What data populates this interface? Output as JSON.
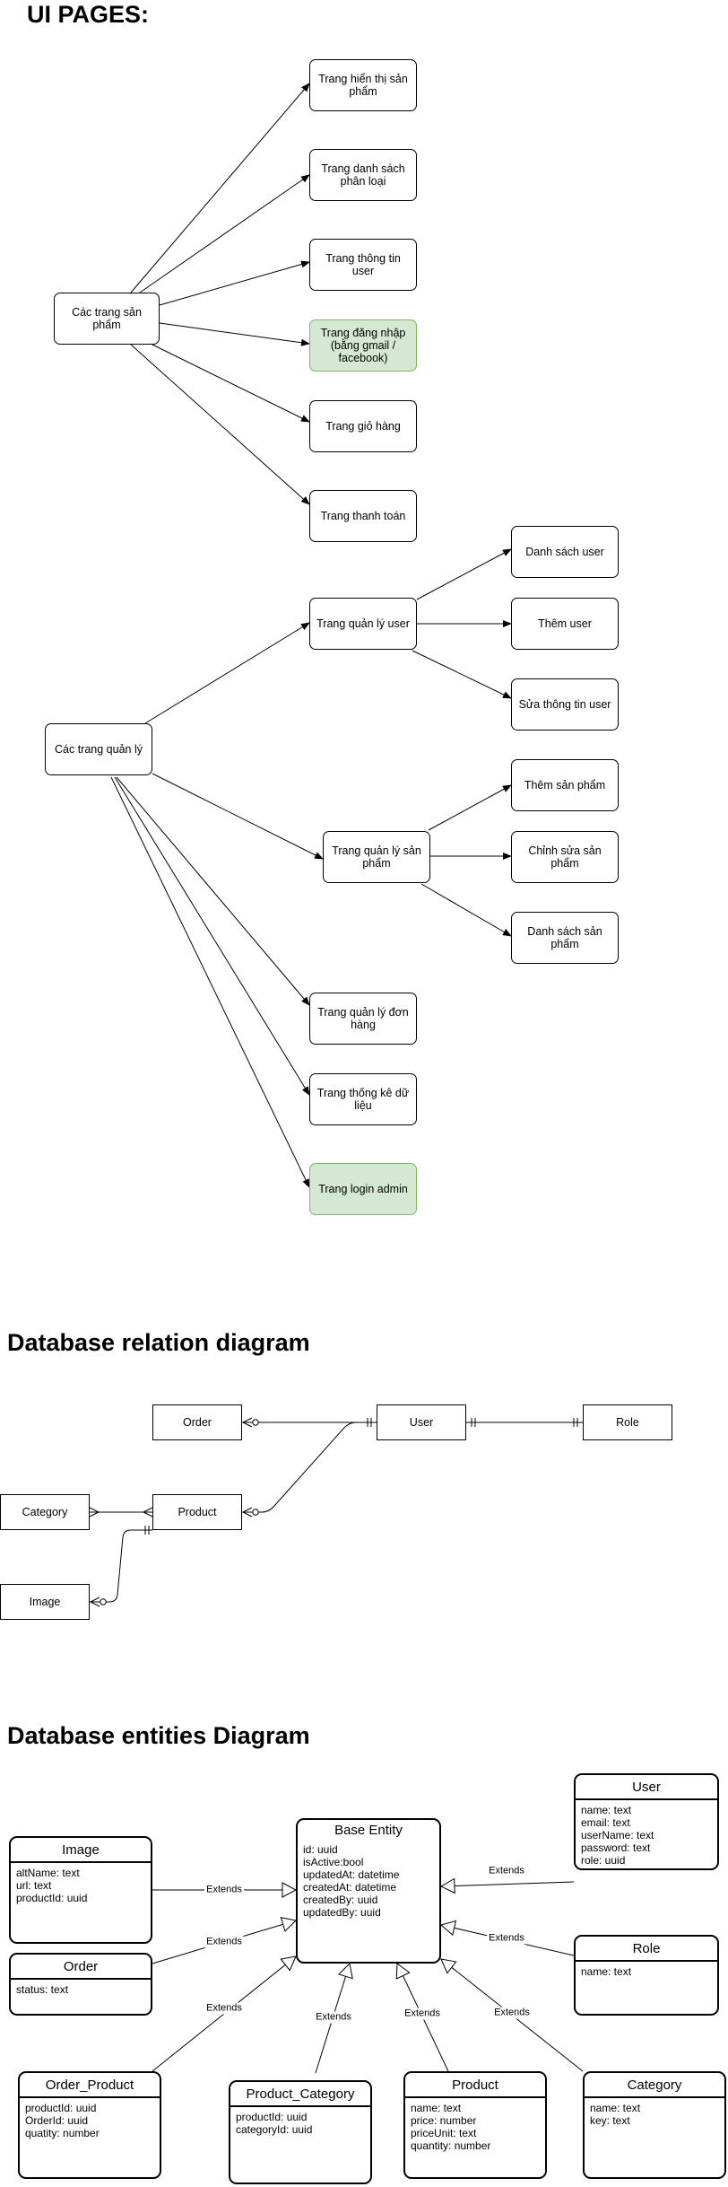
{
  "ui_pages": {
    "title": "UI PAGES:",
    "user_group": "Các trang sản phẩm",
    "user_pages": [
      "Trang hiển thị sản phẩm",
      "Trang danh sách phân loại",
      "Trang thông tin user",
      "Trang đăng nhập (bằng gmail / facebook)",
      "Trang giỏ hàng",
      "Trang thanh toán"
    ],
    "admin_group": "Các trang quản lý",
    "user_mgmt": "Trang quản lý user",
    "user_mgmt_children": [
      "Danh sách user",
      "Thêm user",
      "Sửa thông tin user"
    ],
    "product_mgmt": "Trang quản lý sản phẩm",
    "product_mgmt_children": [
      "Thêm sản phẩm",
      "Chỉnh sửa sản phẩm",
      "Danh sách sản phẩm"
    ],
    "order_mgmt": "Trang quản lý đơn hàng",
    "stats": "Trang thống kê dữ liệu",
    "admin_login": "Trang login admin",
    "highlight_color": "#d5e8d4",
    "highlight_border": "#82b366"
  },
  "relation": {
    "title": "Database relation diagram",
    "order": "Order",
    "user": "User",
    "role": "Role",
    "category": "Category",
    "product": "Product",
    "image": "Image"
  },
  "entities": {
    "title": "Database entities Diagram",
    "extends_label": "Extends",
    "base": {
      "name": "Base Entity",
      "fields": [
        "id: uuid",
        "isActive:bool",
        "updatedAt: datetime",
        "createdAt: datetime",
        "createdBy: uuid",
        "updatedBy: uuid"
      ]
    },
    "user": {
      "name": "User",
      "fields": [
        "name: text",
        "email: text",
        "userName: text",
        "password: text",
        "role: uuid"
      ]
    },
    "image": {
      "name": "Image",
      "fields": [
        "altName: text",
        "url: text",
        "productId: uuid"
      ]
    },
    "order": {
      "name": "Order",
      "fields": [
        "status: text"
      ]
    },
    "role": {
      "name": "Role",
      "fields": [
        "name: text"
      ]
    },
    "order_product": {
      "name": "Order_Product",
      "fields": [
        "productId: uuid",
        "OrderId: uuid",
        "quatity: number"
      ]
    },
    "product_category": {
      "name": "Product_Category",
      "fields": [
        "productId: uuid",
        "categoryId: uuid"
      ]
    },
    "product": {
      "name": "Product",
      "fields": [
        "name: text",
        "price: number",
        "priceUnit: text",
        "quantity: number"
      ]
    },
    "category": {
      "name": "Category",
      "fields": [
        "name: text",
        "key: text"
      ]
    }
  }
}
